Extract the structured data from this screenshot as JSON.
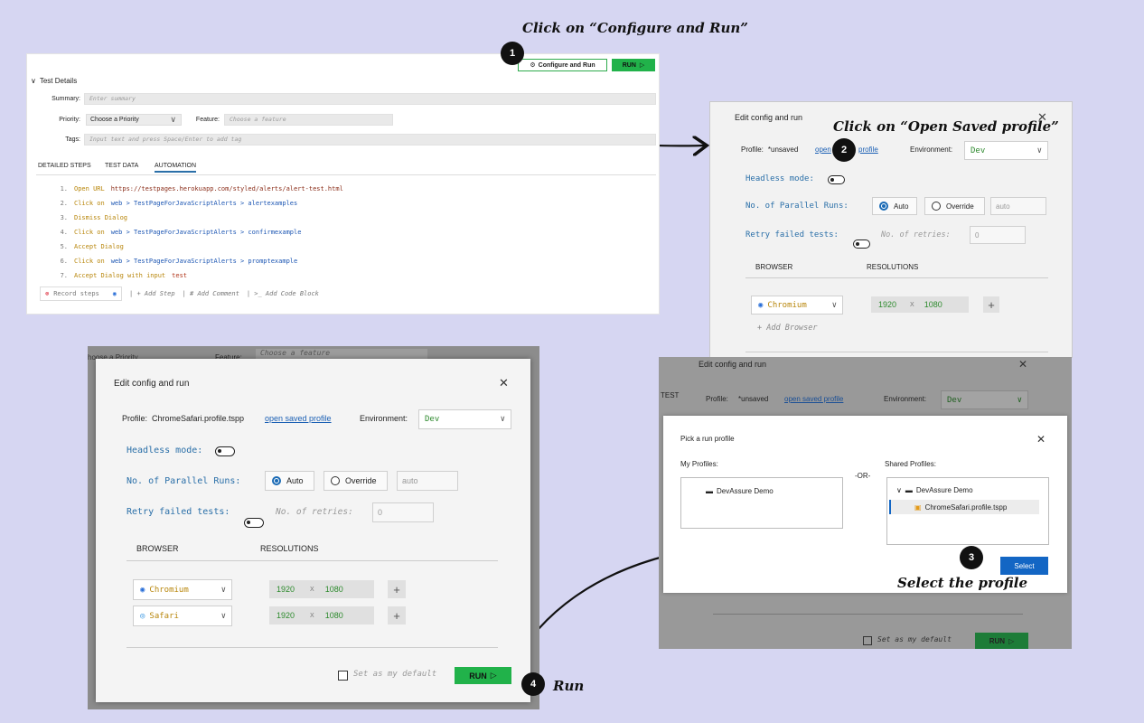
{
  "annotations": {
    "step1": "Click on “Configure and Run”",
    "step2": "Click on “Open Saved profile”",
    "step3": "Select the profile",
    "step4": "Run",
    "badges": [
      "1",
      "2",
      "3",
      "4"
    ]
  },
  "editor": {
    "configure_run_label": "Configure and Run",
    "run_label": "RUN",
    "section_title": "Test Details",
    "summary_label": "Summary:",
    "summary_placeholder": "Enter summary",
    "priority_label": "Priority:",
    "priority_value": "Choose a Priority",
    "feature_label": "Feature:",
    "feature_placeholder": "Choose a feature",
    "tags_label": "Tags:",
    "tags_placeholder": "Input text and press Space/Enter to add tag",
    "tabs": [
      "DETAILED STEPS",
      "TEST DATA",
      "AUTOMATION"
    ],
    "active_tab": "AUTOMATION",
    "steps": [
      {
        "num": "1.",
        "parts": [
          {
            "t": "Open URL",
            "c": "kw"
          },
          {
            "t": "https://testpages.herokuapp.com/styled/alerts/alert-test.html",
            "c": "url"
          }
        ]
      },
      {
        "num": "2.",
        "parts": [
          {
            "t": "Click on",
            "c": "kw"
          },
          {
            "t": "web > TestPageForJavaScriptAlerts > alertexamples",
            "c": "loc"
          }
        ]
      },
      {
        "num": "3.",
        "parts": [
          {
            "t": "Dismiss Dialog",
            "c": "kw"
          }
        ]
      },
      {
        "num": "4.",
        "parts": [
          {
            "t": "Click on",
            "c": "kw"
          },
          {
            "t": "web > TestPageForJavaScriptAlerts > confirmexample",
            "c": "loc"
          }
        ]
      },
      {
        "num": "5.",
        "parts": [
          {
            "t": "Accept Dialog",
            "c": "kw"
          }
        ]
      },
      {
        "num": "6.",
        "parts": [
          {
            "t": "Click on",
            "c": "kw"
          },
          {
            "t": "web > TestPageForJavaScriptAlerts > promptexample",
            "c": "loc"
          }
        ]
      },
      {
        "num": "7.",
        "parts": [
          {
            "t": "Accept Dialog with input",
            "c": "kw"
          },
          {
            "t": "test",
            "c": "val"
          }
        ]
      }
    ],
    "record_label": "Record steps",
    "add_step": "| + Add Step",
    "add_comment": "| # Add Comment",
    "add_code": "| >_ Add Code Block"
  },
  "config_unsaved": {
    "title": "Edit config and run",
    "profile_label": "Profile:",
    "profile_value": "*unsaved",
    "open_saved_link": "open saved profile",
    "open_saved_visible_a": "open",
    "open_saved_visible_b": "profile",
    "environment_label": "Environment:",
    "environment_value": "Dev",
    "headless_label": "Headless mode:",
    "parallel_label": "No. of Parallel Runs:",
    "auto_label": "Auto",
    "override_label": "Override",
    "override_placeholder": "auto",
    "retry_label": "Retry failed tests:",
    "retries_label": "No. of retries:",
    "retries_value": "0",
    "col_browser": "BROWSER",
    "col_resolutions": "RESOLUTIONS",
    "browser": "Chromium",
    "res_w": "1920",
    "res_x": "X",
    "res_h": "1080",
    "add_browser": "+ Add Browser"
  },
  "pick_profile": {
    "bg_title": "Edit config and run",
    "bg_test_label": "TEST",
    "bg_profile_label": "Profile:",
    "bg_profile_value": "*unsaved",
    "bg_open_link": "open saved profile",
    "bg_env_label": "Environment:",
    "bg_env_value": "Dev",
    "title": "Pick a run profile",
    "my_profiles": "My Profiles:",
    "or": "-OR-",
    "shared_profiles": "Shared Profiles:",
    "my_folder": "DevAssure Demo",
    "shared_folder": "DevAssure Demo",
    "shared_file": "ChromeSafari.profile.tspp",
    "select_label": "Select",
    "bg_default_label": "Set as my default",
    "bg_run_label": "RUN"
  },
  "config_saved": {
    "bg_priority": "hoose a Priority",
    "bg_feature_label": "Feature:",
    "bg_feature_placeholder": "Choose a feature",
    "title": "Edit config and run",
    "profile_label": "Profile:",
    "profile_value": "ChromeSafari.profile.tspp",
    "open_saved_link": "open saved profile",
    "environment_label": "Environment:",
    "environment_value": "Dev",
    "headless_label": "Headless mode:",
    "parallel_label": "No. of Parallel Runs:",
    "auto_label": "Auto",
    "override_label": "Override",
    "override_placeholder": "auto",
    "retry_label": "Retry failed tests:",
    "retries_label": "No. of retries:",
    "retries_value": "0",
    "col_browser": "BROWSER",
    "col_resolutions": "RESOLUTIONS",
    "browsers": [
      {
        "name": "Chromium",
        "w": "1920",
        "x": "X",
        "h": "1080"
      },
      {
        "name": "Safari",
        "w": "1920",
        "x": "X",
        "h": "1080"
      }
    ],
    "default_label": "Set as my default",
    "run_label": "RUN"
  }
}
